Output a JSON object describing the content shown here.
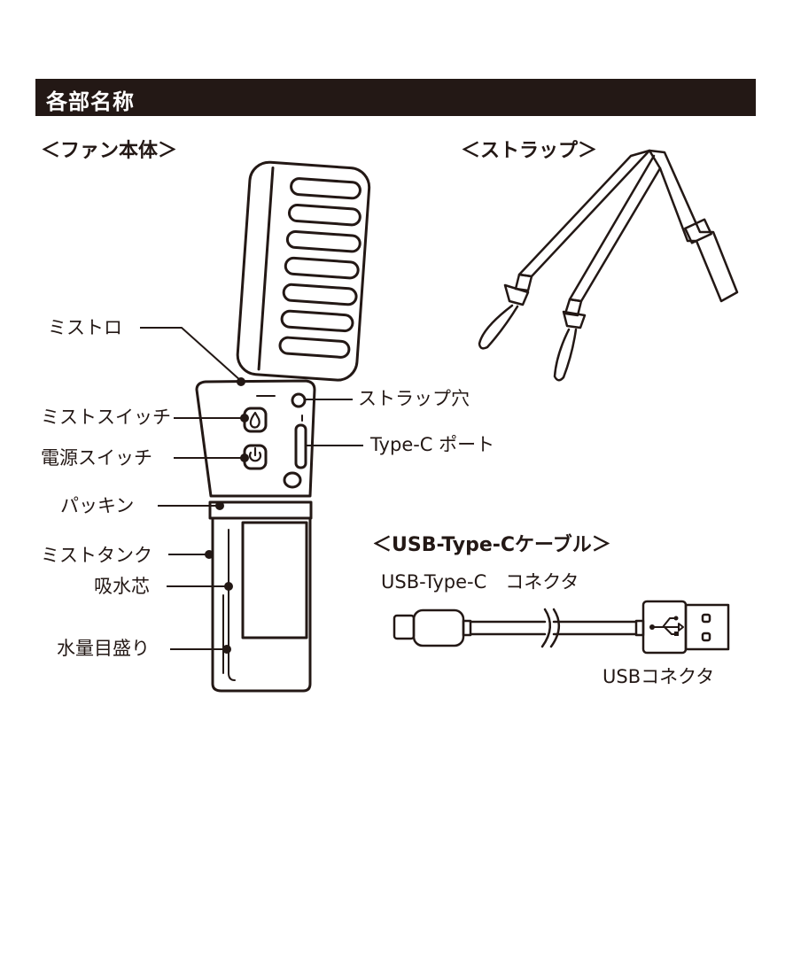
{
  "header": {
    "title": "各部名称"
  },
  "sections": {
    "fan_body": "＜ファン本体＞",
    "strap": "＜ストラップ＞",
    "cable": "＜USB-Type-Cケーブル＞"
  },
  "fan_labels": {
    "mist_outlet": "ミストロ",
    "strap_hole": "ストラップ穴",
    "mist_switch": "ミストスイッチ",
    "power_switch": "電源スイッチ",
    "type_c_port": "Type-C ポート",
    "packing": "パッキン",
    "mist_tank": "ミストタンク",
    "wick": "吸水芯",
    "water_scale": "水量目盛り"
  },
  "cable_labels": {
    "type_c_connector": "USB-Type-C　コネクタ",
    "usb_connector": "USBコネクタ"
  },
  "colors": {
    "ink": "#231815",
    "header_bg": "#231815",
    "header_text": "#ffffff"
  }
}
